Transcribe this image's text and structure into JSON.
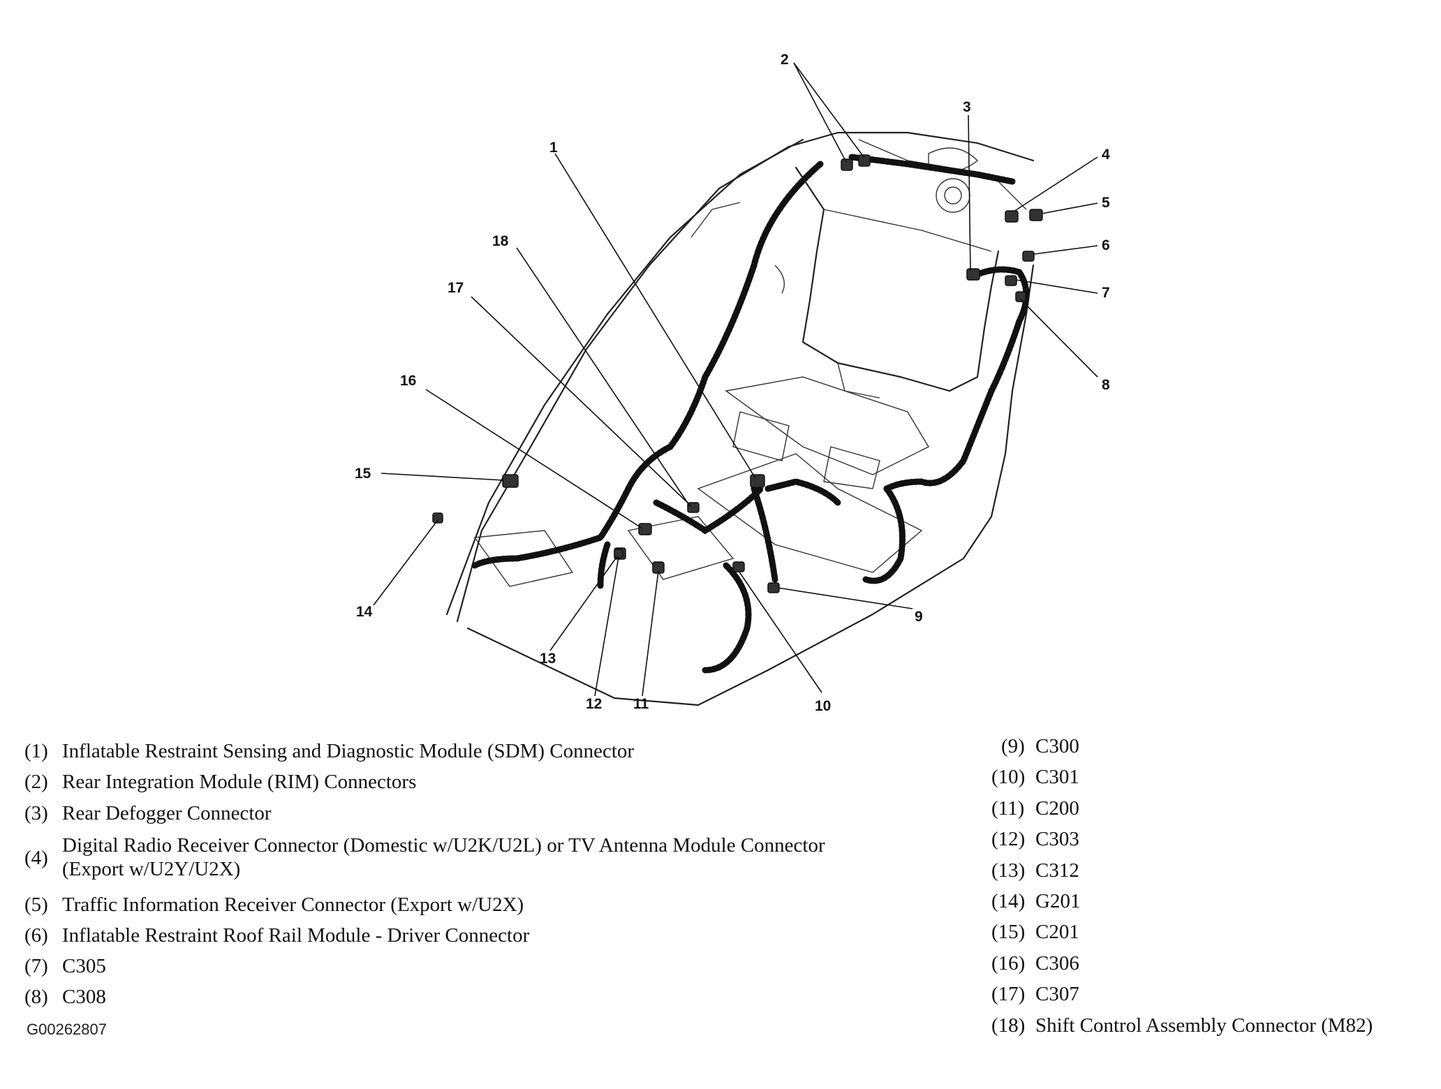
{
  "callouts": [
    "1",
    "2",
    "3",
    "4",
    "5",
    "6",
    "7",
    "8",
    "9",
    "10",
    "11",
    "12",
    "13",
    "14",
    "15",
    "16",
    "17",
    "18"
  ],
  "legend_left": [
    {
      "num": "(1)",
      "text": "Inflatable Restraint Sensing and Diagnostic Module (SDM) Connector"
    },
    {
      "num": "(2)",
      "text": "Rear Integration Module (RIM) Connectors"
    },
    {
      "num": "(3)",
      "text": "Rear Defogger Connector"
    },
    {
      "num": "(4)",
      "text": "Digital Radio Receiver Connector (Domestic w/U2K/U2L) or TV Antenna Module Connector",
      "text2": "(Export w/U2Y/U2X)"
    },
    {
      "num": "(5)",
      "text": "Traffic Information Receiver Connector (Export w/U2X)"
    },
    {
      "num": "(6)",
      "text": "Inflatable Restraint Roof Rail Module - Driver Connector"
    },
    {
      "num": "(7)",
      "text": "C305"
    },
    {
      "num": "(8)",
      "text": "C308"
    }
  ],
  "legend_right": [
    {
      "num": "(9)",
      "text": "C300"
    },
    {
      "num": "(10)",
      "text": "C301"
    },
    {
      "num": "(11)",
      "text": "C200"
    },
    {
      "num": "(12)",
      "text": "C303"
    },
    {
      "num": "(13)",
      "text": "C312"
    },
    {
      "num": "(14)",
      "text": "G201"
    },
    {
      "num": "(15)",
      "text": "C201"
    },
    {
      "num": "(16)",
      "text": "C306"
    },
    {
      "num": "(17)",
      "text": "C307"
    },
    {
      "num": "(18)",
      "text": "Shift Control Assembly Connector (M82)"
    }
  ],
  "figure_id": "G00262807"
}
